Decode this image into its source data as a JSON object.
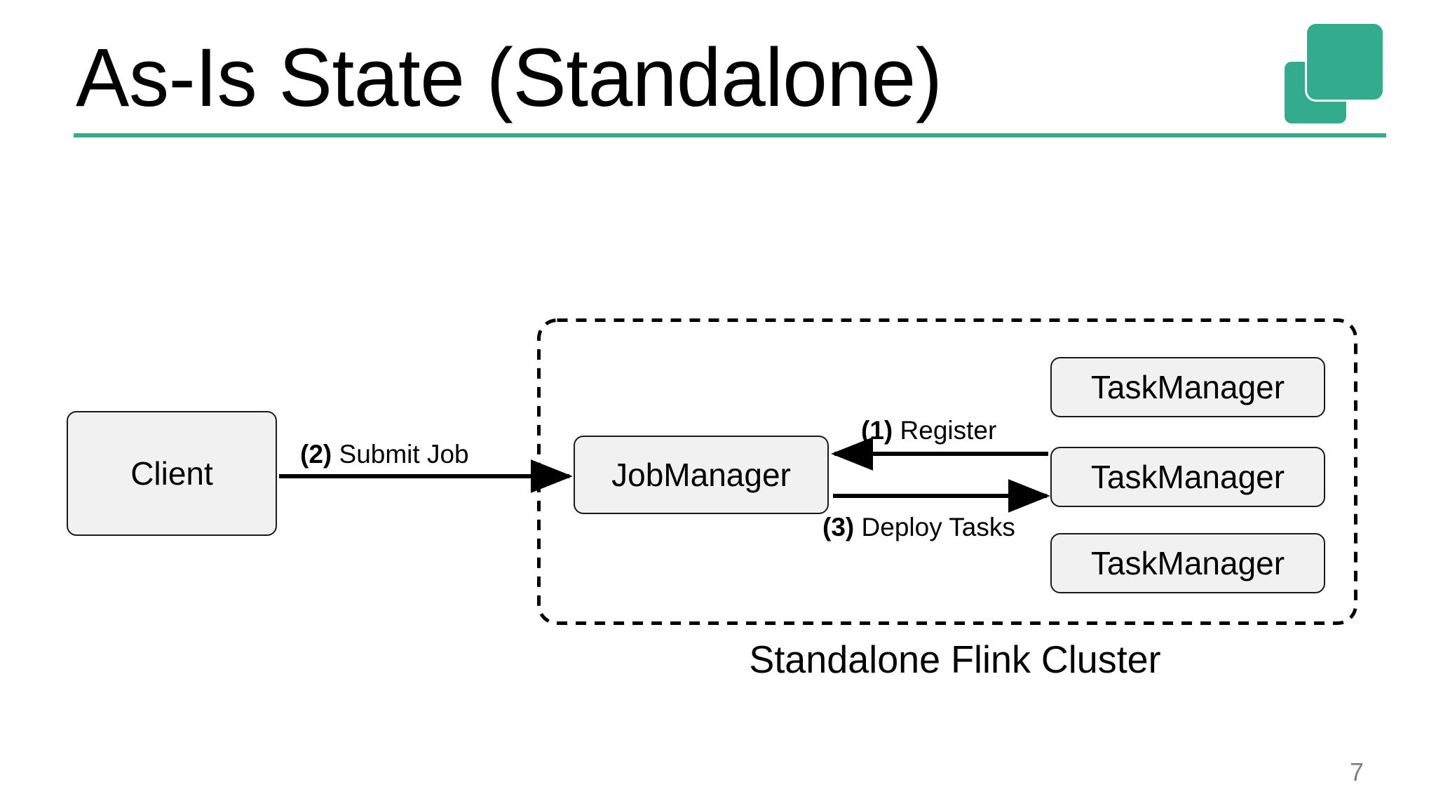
{
  "slide": {
    "title": "As-Is State (Standalone)",
    "page_number": "7",
    "accent_color": "#33ab8d",
    "node_fill_color": "#f1f1f1",
    "node_border_color": "#1a1a1a",
    "background_color": "#ffffff",
    "page_number_color": "#808080"
  },
  "logo": {
    "name": "two-overlapping-rounded-squares",
    "color": "#33ab8d"
  },
  "diagram": {
    "type": "architecture-flow",
    "cluster": {
      "caption": "Standalone Flink Cluster",
      "border_style": "dashed"
    },
    "nodes": [
      {
        "id": "client",
        "label": "Client",
        "inside_cluster": false
      },
      {
        "id": "jobmanager",
        "label": "JobManager",
        "inside_cluster": true
      },
      {
        "id": "taskmanager-1",
        "label": "TaskManager",
        "inside_cluster": true
      },
      {
        "id": "taskmanager-2",
        "label": "TaskManager",
        "inside_cluster": true
      },
      {
        "id": "taskmanager-3",
        "label": "TaskManager",
        "inside_cluster": true
      }
    ],
    "edges": [
      {
        "id": "submit-job",
        "step": "(2)",
        "label": "Submit Job",
        "from": "client",
        "to": "jobmanager",
        "direction": "right"
      },
      {
        "id": "register",
        "step": "(1)",
        "label": "Register",
        "from": "taskmanager-2",
        "to": "jobmanager",
        "direction": "left"
      },
      {
        "id": "deploy-tasks",
        "step": "(3)",
        "label": "Deploy Tasks",
        "from": "jobmanager",
        "to": "taskmanager-2",
        "direction": "right"
      }
    ]
  }
}
